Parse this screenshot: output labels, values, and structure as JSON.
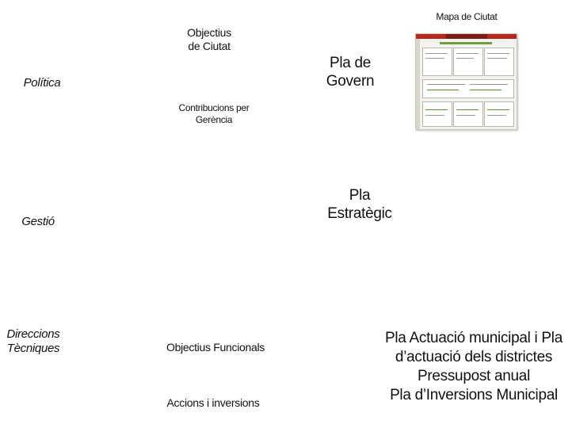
{
  "rows": {
    "politica": "Política",
    "gestio": "Gestió",
    "direccions": [
      "Direccions",
      "Tècniques"
    ]
  },
  "politica": {
    "objectius": [
      "Objectius",
      "de Ciutat"
    ],
    "contribucions": [
      "Contribucions per",
      "Gerència"
    ],
    "pla_govern": [
      "Pla de",
      "Govern"
    ],
    "map_title": "Mapa de Ciutat"
  },
  "gestio": {
    "pla_estrategic": [
      "Pla",
      "Estratègic"
    ]
  },
  "direccions": {
    "objectius_funcionals": "Objectius Funcionals",
    "accions": "Accions i inversions",
    "plans": [
      "Pla Actuació municipal i Pla",
      "d’actuació dels districtes",
      "Pressupost anual",
      "Pla d’Inversions Municipal"
    ]
  },
  "colors": {
    "map_header": "#b3271f",
    "map_green": "#6f9e3a"
  }
}
